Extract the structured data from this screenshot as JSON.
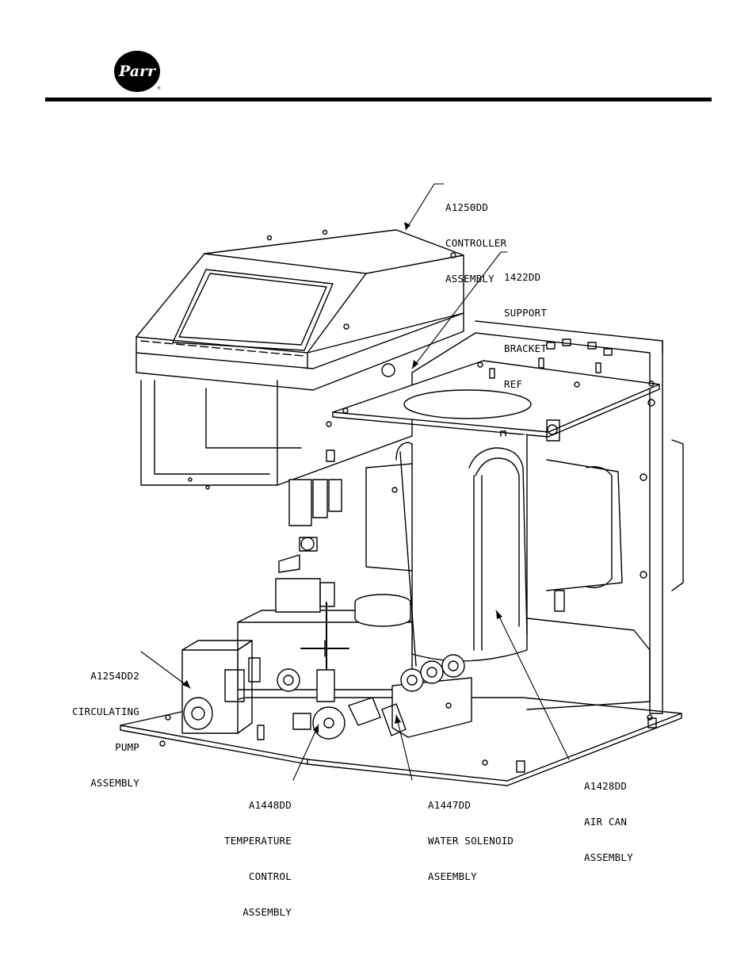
{
  "header": {
    "logo_text": "Parr"
  },
  "callouts": {
    "controller": {
      "part": "A1250DD",
      "line1": "CONTROLLER",
      "line2": "ASSEMBLY"
    },
    "support": {
      "part": "1422DD",
      "line1": "SUPPORT",
      "line2": "BRACKET",
      "line3": "REF"
    },
    "pump": {
      "part": "A1254DD2",
      "line1": "CIRCULATING",
      "line2": "PUMP",
      "line3": "ASSEMBLY"
    },
    "temperature": {
      "part": "A1448DD",
      "line1": "TEMPERATURE",
      "line2": "CONTROL",
      "line3": "ASSEMBLY"
    },
    "water": {
      "part": "A1447DD",
      "line1": "WATER SOLENOID",
      "line2": "ASEEMBLY"
    },
    "aircan": {
      "part": "A1428DD",
      "line1": "AIR CAN",
      "line2": "ASSEMBLY"
    }
  }
}
